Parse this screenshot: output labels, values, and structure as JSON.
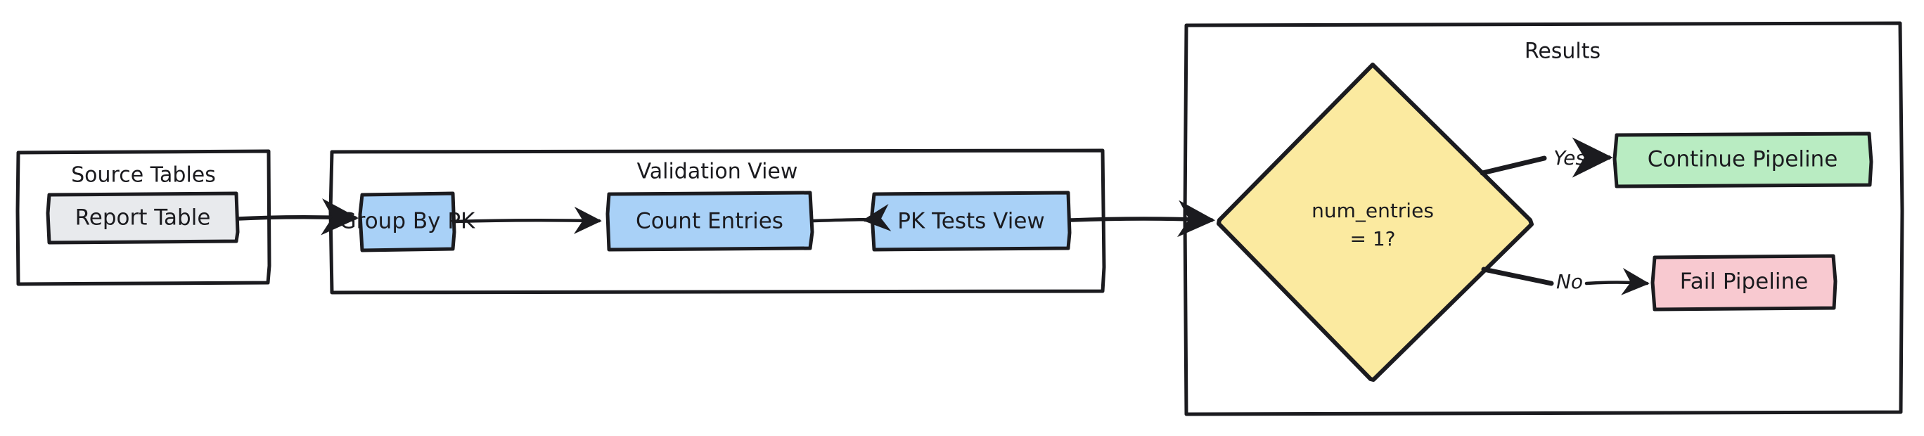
{
  "diagram": {
    "type": "flowchart",
    "style": "hand-drawn-sketch",
    "background": "#ffffff",
    "stroke_color": "#1b1b1f",
    "groups": [
      {
        "id": "source-tables",
        "title": "Source Tables",
        "fill": "transparent",
        "nodes": [
          {
            "id": "report-table",
            "label": "Report Table",
            "fill": "#e8eaed",
            "shape": "rect"
          }
        ]
      },
      {
        "id": "validation-view",
        "title": "Validation View",
        "fill": "transparent",
        "nodes": [
          {
            "id": "group-by-pk",
            "label": "Group By PK",
            "fill": "#a9d1f7",
            "shape": "rect"
          },
          {
            "id": "count-entries",
            "label": "Count Entries",
            "fill": "#a9d1f7",
            "shape": "rect"
          },
          {
            "id": "pk-tests-view",
            "label": "PK Tests View",
            "fill": "#a9d1f7",
            "shape": "rect"
          }
        ]
      },
      {
        "id": "results",
        "title": "Results",
        "fill": "transparent",
        "nodes": [
          {
            "id": "num-entries-decision",
            "label_line1": "num_entries",
            "label_line2": "= 1?",
            "fill": "#fbeaa0",
            "shape": "diamond"
          },
          {
            "id": "continue-pipeline",
            "label": "Continue Pipeline",
            "fill": "#b9ecc2",
            "shape": "rect"
          },
          {
            "id": "fail-pipeline",
            "label": "Fail Pipeline",
            "fill": "#f8c9d0",
            "shape": "rect"
          }
        ]
      }
    ],
    "edges": [
      {
        "id": "report-to-groupby",
        "from": "report-table",
        "to": "group-by-pk",
        "label": ""
      },
      {
        "id": "groupby-to-count",
        "from": "group-by-pk",
        "to": "count-entries",
        "label": ""
      },
      {
        "id": "count-to-pktests",
        "from": "count-entries",
        "to": "pk-tests-view",
        "label": ""
      },
      {
        "id": "pktests-to-decision",
        "from": "pk-tests-view",
        "to": "num-entries-decision",
        "label": ""
      },
      {
        "id": "decision-yes",
        "from": "num-entries-decision",
        "to": "continue-pipeline",
        "label": "Yes"
      },
      {
        "id": "decision-no",
        "from": "num-entries-decision",
        "to": "fail-pipeline",
        "label": "No"
      }
    ]
  },
  "labels": {
    "source_tables_title": "Source Tables",
    "validation_view_title": "Validation View",
    "results_title": "Results",
    "report_table": "Report Table",
    "group_by_pk": "Group By PK",
    "count_entries": "Count Entries",
    "pk_tests_view": "PK Tests View",
    "decision_line1": "num_entries",
    "decision_line2": "= 1?",
    "continue_pipeline": "Continue Pipeline",
    "fail_pipeline": "Fail Pipeline",
    "yes": "Yes",
    "no": "No"
  }
}
